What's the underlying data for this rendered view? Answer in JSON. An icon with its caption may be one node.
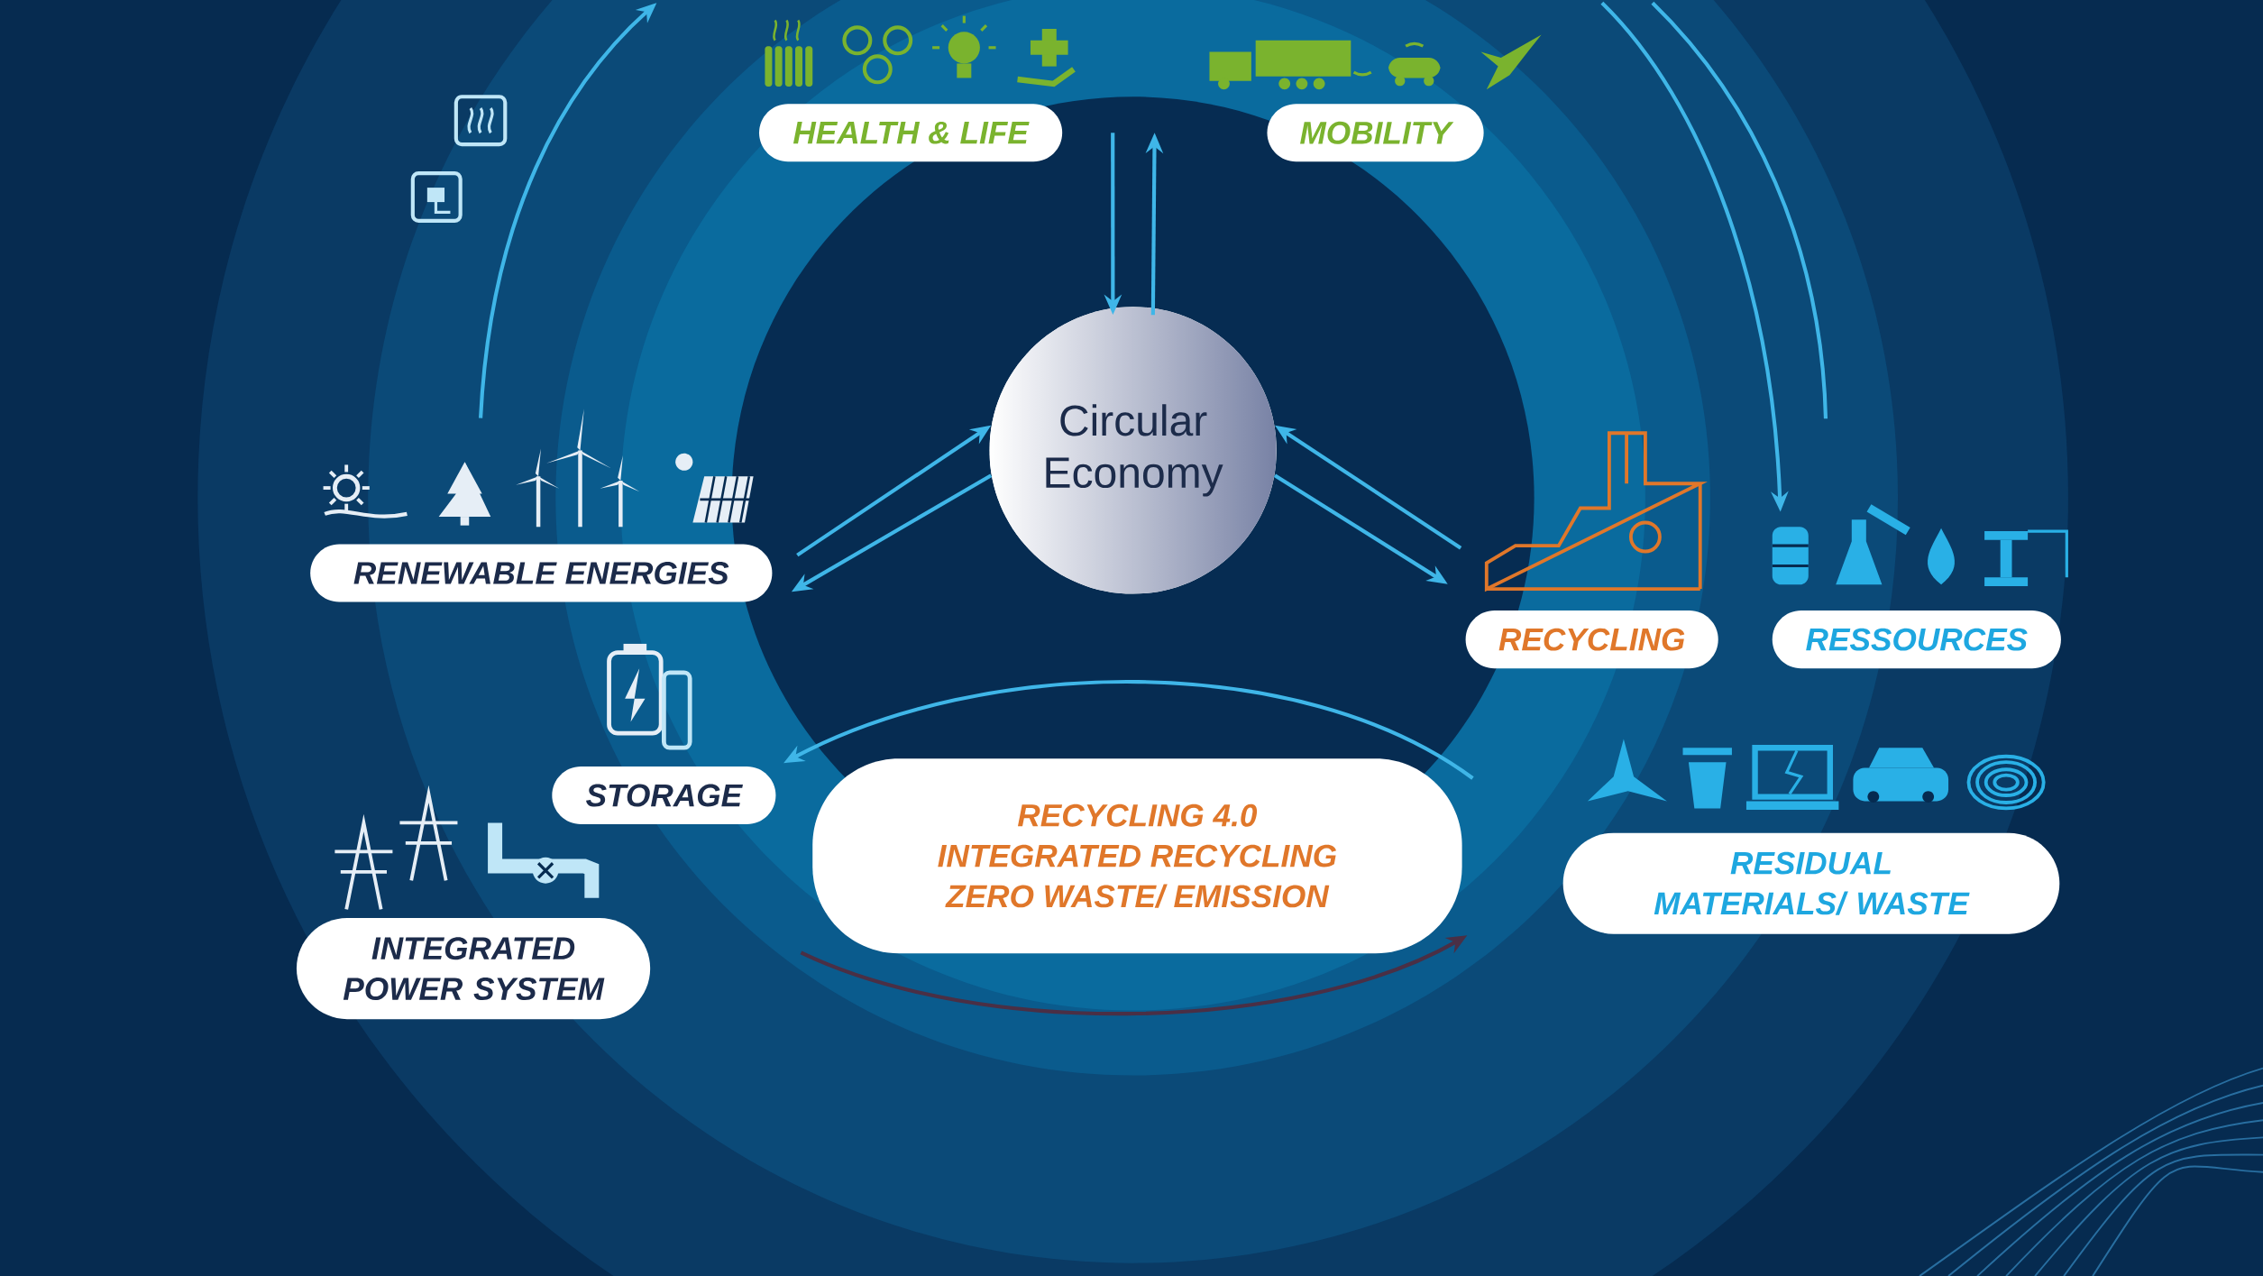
{
  "diagram": {
    "nodes": [
      {
        "text": [
          "Circular Economy"
        ]
      },
      {
        "text": [
          "HEALTH & LIFE"
        ]
      },
      {
        "text": [
          "MOBILITY"
        ]
      },
      {
        "text": [
          "RENEWABLE ENERGIES"
        ]
      },
      {
        "text": [
          "RECYCLING"
        ]
      },
      {
        "text": [
          "RESSOURCES"
        ]
      },
      {
        "text": [
          "STORAGE"
        ]
      },
      {
        "text": [
          "INTEGRATED POWER SYSTEM"
        ]
      },
      {
        "text": [
          "RECYCLING 4.0",
          "INTEGRATED RECYCLING",
          "ZERO WASTE/ EMISSION"
        ]
      },
      {
        "text": [
          "RESIDUAL MATERIALS/ WASTE"
        ]
      }
    ],
    "edges": [
      {
        "from": null,
        "to": 0,
        "arrow": "to"
      },
      {
        "from": 0,
        "to": null,
        "arrow": "to"
      },
      {
        "from": 3,
        "to": 0,
        "arrow": "to"
      },
      {
        "from": 0,
        "to": 3,
        "arrow": "to"
      },
      {
        "from": 4,
        "to": 0,
        "arrow": "to"
      },
      {
        "from": 0,
        "to": 4,
        "arrow": "to"
      },
      {
        "from": 3,
        "to": null,
        "arrow": "to"
      },
      {
        "from": null,
        "to": 5,
        "arrow": "to"
      },
      {
        "from": 8,
        "to": 6,
        "arrow": "to"
      },
      {
        "from": null,
        "to": 9,
        "arrow": "to",
        "color": "#4a2f45"
      }
    ]
  }
}
